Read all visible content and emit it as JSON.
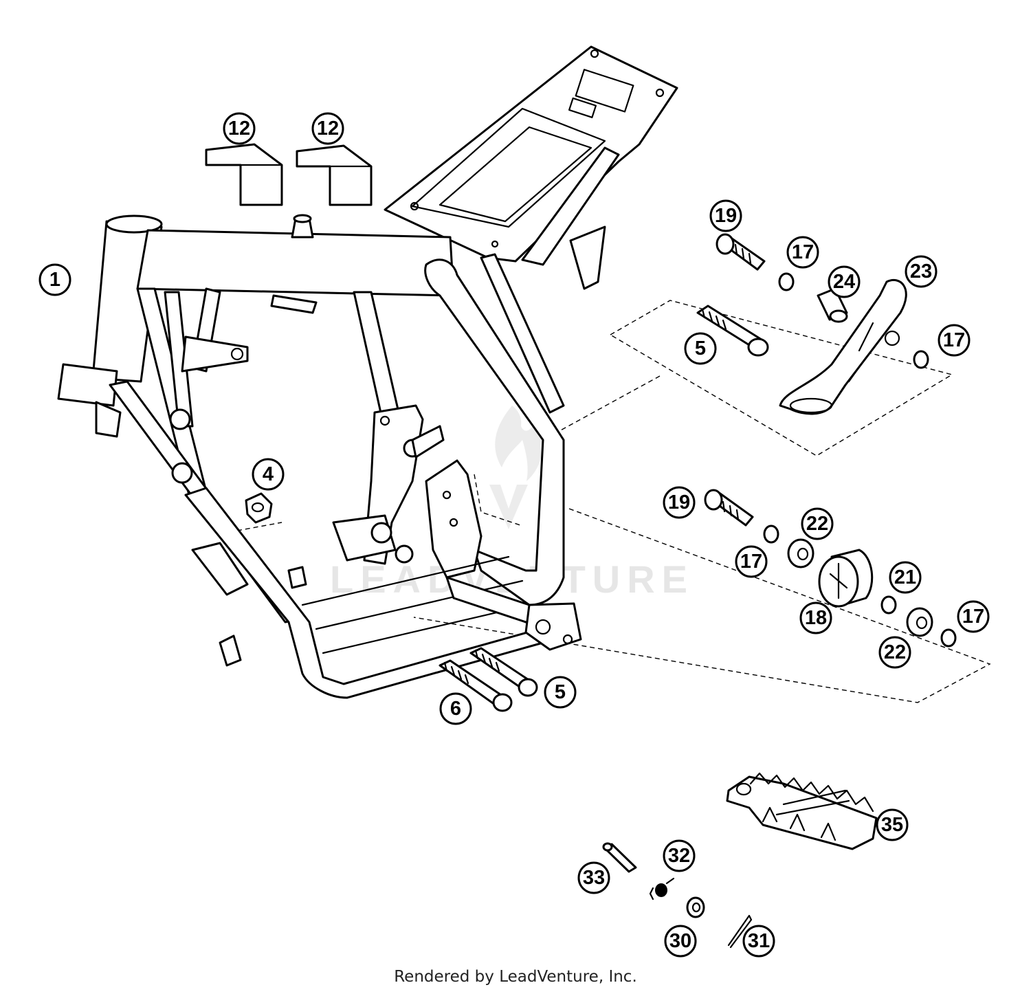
{
  "watermark": {
    "text": "LEADVENTURE"
  },
  "callouts": [
    {
      "id": "c1",
      "label": "1"
    },
    {
      "id": "c4",
      "label": "4"
    },
    {
      "id": "c5a",
      "label": "5"
    },
    {
      "id": "c5b",
      "label": "5"
    },
    {
      "id": "c6",
      "label": "6"
    },
    {
      "id": "c12a",
      "label": "12"
    },
    {
      "id": "c12b",
      "label": "12"
    },
    {
      "id": "c17a",
      "label": "17"
    },
    {
      "id": "c17b",
      "label": "17"
    },
    {
      "id": "c17c",
      "label": "17"
    },
    {
      "id": "c17d",
      "label": "17"
    },
    {
      "id": "c18",
      "label": "18"
    },
    {
      "id": "c19a",
      "label": "19"
    },
    {
      "id": "c19b",
      "label": "19"
    },
    {
      "id": "c21",
      "label": "21"
    },
    {
      "id": "c22a",
      "label": "22"
    },
    {
      "id": "c22b",
      "label": "22"
    },
    {
      "id": "c23",
      "label": "23"
    },
    {
      "id": "c24",
      "label": "24"
    },
    {
      "id": "c30",
      "label": "30"
    },
    {
      "id": "c31",
      "label": "31"
    },
    {
      "id": "c32",
      "label": "32"
    },
    {
      "id": "c33",
      "label": "33"
    },
    {
      "id": "c35",
      "label": "35"
    }
  ],
  "footer": {
    "text": "Rendered by LeadVenture, Inc."
  }
}
